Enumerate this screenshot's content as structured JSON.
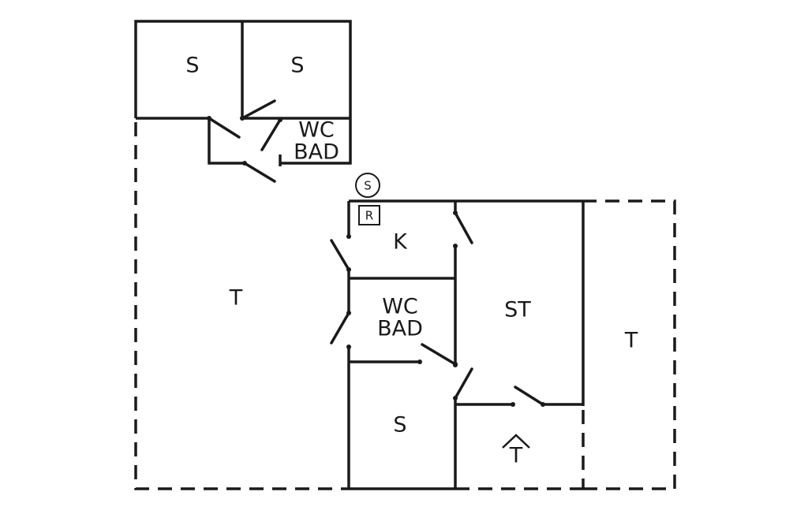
{
  "rooms": {
    "bedroom_top_left": "S",
    "bedroom_top_right": "S",
    "bathroom_top_line1": "WC",
    "bathroom_top_line2": "BAD",
    "terrace_left": "T",
    "kitchen": "K",
    "bathroom_center_line1": "WC",
    "bathroom_center_line2": "BAD",
    "living_room": "ST",
    "terrace_right": "T",
    "bedroom_bottom": "S",
    "entrance": "T"
  },
  "symbols": {
    "circle_symbol": "S",
    "square_symbol": "R"
  }
}
